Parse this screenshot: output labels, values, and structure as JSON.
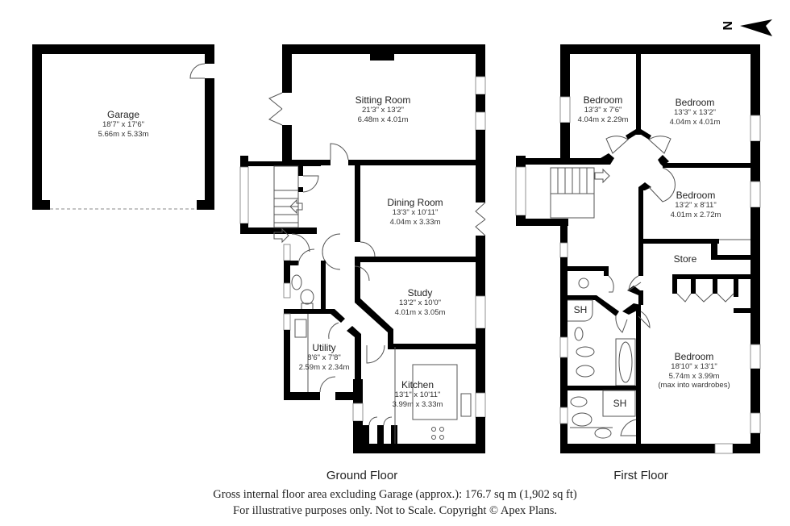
{
  "compass": {
    "label": "N",
    "icon": "north-arrow-icon"
  },
  "garage": {
    "name": "Garage",
    "imperial": "18'7\" x 17'6\"",
    "metric": "5.66m x 5.33m"
  },
  "ground_floor": {
    "title": "Ground Floor",
    "rooms": [
      {
        "name": "Sitting Room",
        "imperial": "21'3\" x 13'2\"",
        "metric": "6.48m x 4.01m"
      },
      {
        "name": "Dining Room",
        "imperial": "13'3\" x 10'11\"",
        "metric": "4.04m x 3.33m"
      },
      {
        "name": "Study",
        "imperial": "13'2\" x 10'0\"",
        "metric": "4.01m x 3.05m"
      },
      {
        "name": "Utility",
        "imperial": "8'6\" x 7'8\"",
        "metric": "2.59m x 2.34m"
      },
      {
        "name": "Kitchen",
        "imperial": "13'1\" x 10'11\"",
        "metric": "3.99m x 3.33m"
      }
    ]
  },
  "first_floor": {
    "title": "First Floor",
    "rooms": [
      {
        "name": "Bedroom",
        "imperial": "13'3\" x 7'6\"",
        "metric": "4.04m x 2.29m"
      },
      {
        "name": "Bedroom",
        "imperial": "13'3\" x 13'2\"",
        "metric": "4.04m x 4.01m"
      },
      {
        "name": "Bedroom",
        "imperial": "13'2\" x 8'11\"",
        "metric": "4.01m x 2.72m"
      },
      {
        "name": "Store"
      },
      {
        "name": "Bedroom",
        "imperial": "18'10\" x 13'1\"",
        "metric": "5.74m x 3.99m",
        "note": "(max into wardrobes)"
      }
    ],
    "shower_labels": [
      "SH",
      "SH"
    ]
  },
  "footer": {
    "area": "Gross internal floor area excluding Garage (approx.): 176.7 sq m (1,902 sq ft)",
    "disclaimer": "For illustrative purposes only. Not to Scale. Copyright © Apex Plans."
  }
}
